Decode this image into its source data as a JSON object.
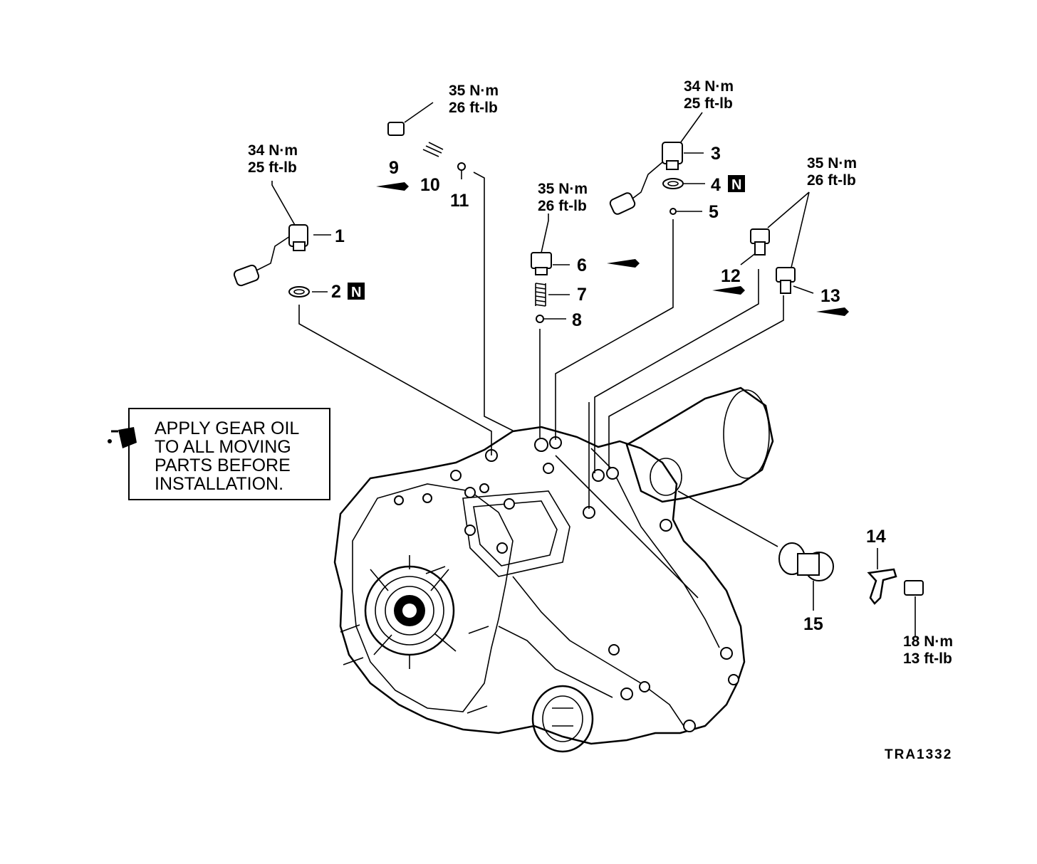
{
  "note": {
    "lines": [
      "APPLY GEAR OIL",
      "TO ALL MOVING",
      "PARTS BEFORE",
      "INSTALLATION."
    ]
  },
  "drawing_code": "TRA1332",
  "torque": {
    "t1": [
      "34 N·m",
      "25 ft-lb"
    ],
    "t3": [
      "34 N·m",
      "25 ft-lb"
    ],
    "t6": [
      "35 N·m",
      "26 ft-lb"
    ],
    "t9": [
      "35 N·m",
      "26 ft-lb"
    ],
    "t12_13": [
      "35 N·m",
      "26 ft-lb"
    ],
    "t14": [
      "18 N·m",
      "13 ft-lb"
    ]
  },
  "labels": [
    "1",
    "2",
    "3",
    "4",
    "5",
    "6",
    "7",
    "8",
    "9",
    "10",
    "11",
    "12",
    "13",
    "14",
    "15"
  ],
  "new_part_mark": "N",
  "colors": {
    "ink": "#000000",
    "paper": "#ffffff"
  },
  "icons": [
    "oil-can-icon",
    "new-part-badge-icon",
    "sealant-applicator-icon"
  ]
}
